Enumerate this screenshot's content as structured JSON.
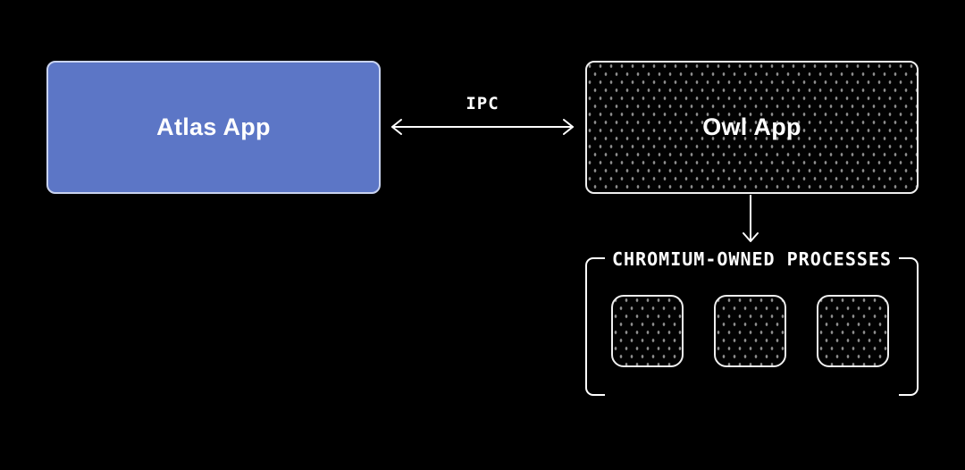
{
  "diagram": {
    "atlas_node": {
      "label": "Atlas App"
    },
    "owl_node": {
      "label": "Owl App"
    },
    "ipc_connection": {
      "label": "IPC"
    },
    "process_group": {
      "label": "CHROMIUM-OWNED PROCESSES",
      "box_count": 3
    }
  },
  "colors": {
    "background": "#000000",
    "atlas_fill": "#5C76C6",
    "atlas_border": "#C9D3EF",
    "owl_border": "#EFEFEF",
    "dot_pattern": "#8F8F8F",
    "line": "#FFFFFF",
    "text": "#FFFFFF"
  }
}
